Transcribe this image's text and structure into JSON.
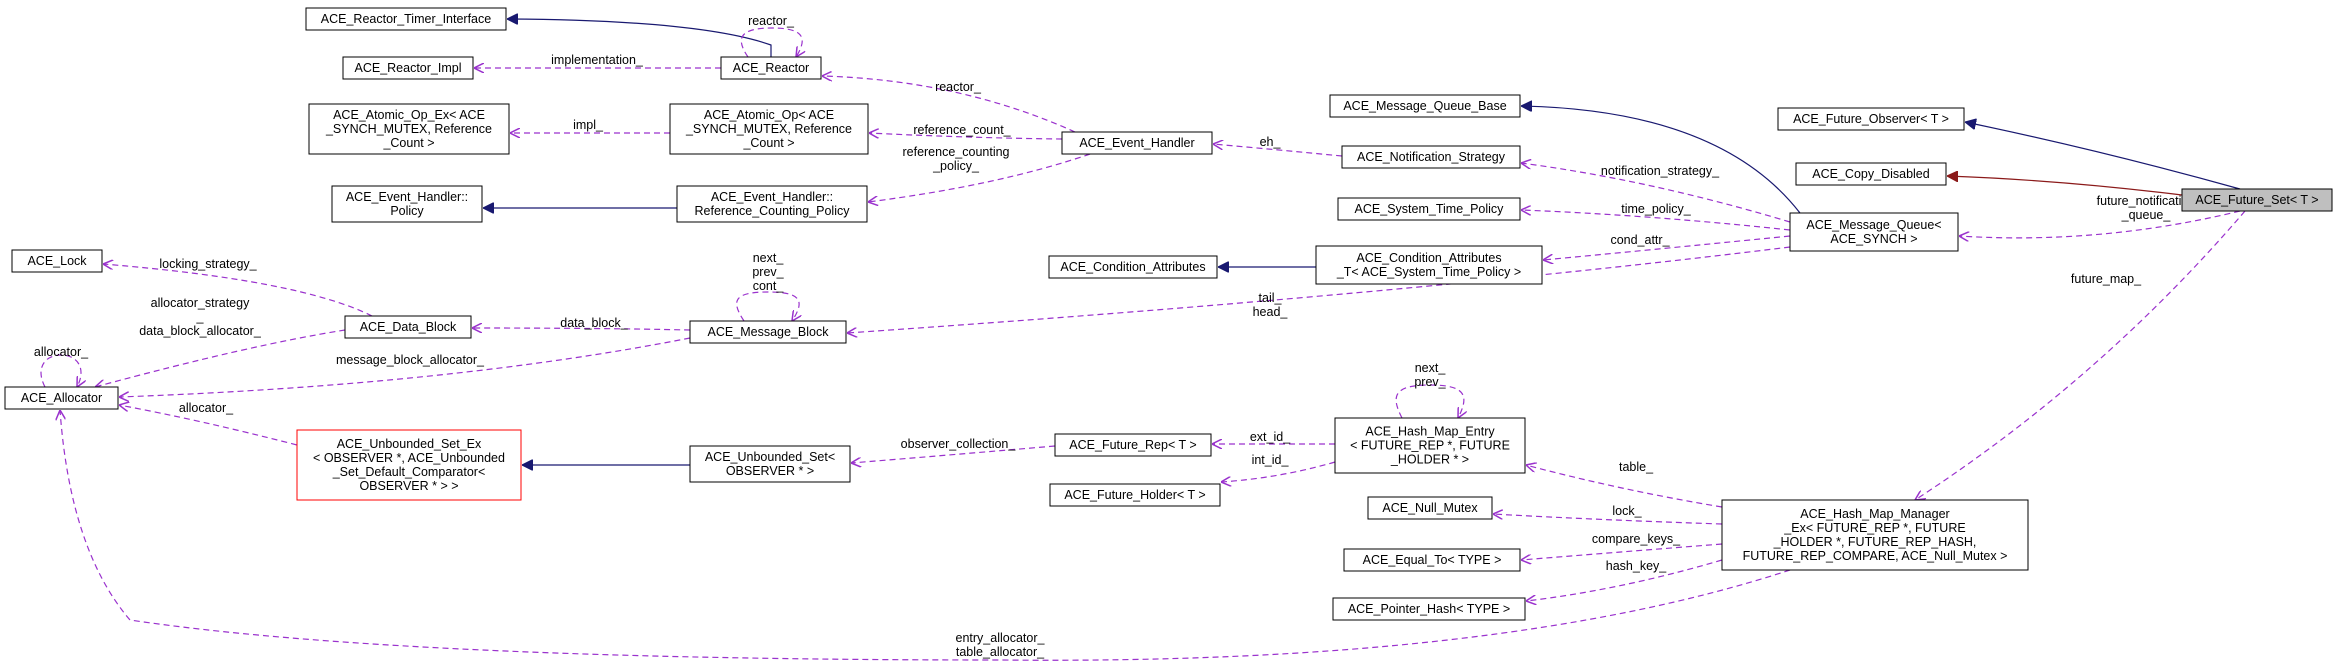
{
  "nodes": {
    "reactor_timer_interface": [
      "ACE_Reactor_Timer_Interface"
    ],
    "reactor_impl": [
      "ACE_Reactor_Impl"
    ],
    "reactor": [
      "ACE_Reactor"
    ],
    "atomic_op_ex": [
      "ACE_Atomic_Op_Ex< ACE",
      "_SYNCH_MUTEX, Reference",
      "_Count >"
    ],
    "atomic_op": [
      "ACE_Atomic_Op< ACE",
      "_SYNCH_MUTEX, Reference",
      "_Count >"
    ],
    "event_handler": [
      "ACE_Event_Handler"
    ],
    "event_handler_policy": [
      "ACE_Event_Handler::",
      "Policy"
    ],
    "ref_counting_policy": [
      "ACE_Event_Handler::",
      "Reference_Counting_Policy"
    ],
    "lock": [
      "ACE_Lock"
    ],
    "data_block": [
      "ACE_Data_Block"
    ],
    "message_block": [
      "ACE_Message_Block"
    ],
    "allocator": [
      "ACE_Allocator"
    ],
    "unbounded_set_ex": [
      "ACE_Unbounded_Set_Ex",
      "< OBSERVER *, ACE_Unbounded",
      "_Set_Default_Comparator<",
      "OBSERVER * > >"
    ],
    "unbounded_set": [
      "ACE_Unbounded_Set<",
      "OBSERVER * >"
    ],
    "future_rep": [
      "ACE_Future_Rep< T >"
    ],
    "future_holder": [
      "ACE_Future_Holder< T >"
    ],
    "hash_map_entry": [
      "ACE_Hash_Map_Entry",
      "< FUTURE_REP *, FUTURE",
      "_HOLDER * >"
    ],
    "message_queue_base": [
      "ACE_Message_Queue_Base"
    ],
    "notification_strategy": [
      "ACE_Notification_Strategy"
    ],
    "system_time_policy": [
      "ACE_System_Time_Policy"
    ],
    "condition_attributes": [
      "ACE_Condition_Attributes"
    ],
    "condition_attributes_t": [
      "ACE_Condition_Attributes",
      "_T< ACE_System_Time_Policy >"
    ],
    "message_queue": [
      "ACE_Message_Queue<",
      "ACE_SYNCH >"
    ],
    "null_mutex": [
      "ACE_Null_Mutex"
    ],
    "equal_to": [
      "ACE_Equal_To< TYPE >"
    ],
    "pointer_hash": [
      "ACE_Pointer_Hash< TYPE >"
    ],
    "hash_map_manager": [
      "ACE_Hash_Map_Manager",
      "_Ex< FUTURE_REP *, FUTURE",
      "_HOLDER *, FUTURE_REP_HASH,",
      "FUTURE_REP_COMPARE, ACE_Null_Mutex >"
    ],
    "future_observer": [
      "ACE_Future_Observer< T >"
    ],
    "copy_disabled": [
      "ACE_Copy_Disabled"
    ],
    "future_set": [
      "ACE_Future_Set< T >"
    ]
  },
  "edge_labels": {
    "reactor_self": [
      "reactor_"
    ],
    "implementation": [
      "implementation_"
    ],
    "reactor_ref": [
      "reactor_"
    ],
    "impl": [
      "impl_"
    ],
    "reference_count": [
      "reference_count_"
    ],
    "reference_counting_policy": [
      "reference_counting",
      "_policy_"
    ],
    "eh": [
      "eh_"
    ],
    "locking_strategy": [
      "locking_strategy_"
    ],
    "allocator_strategy": [
      "allocator_strategy",
      "_",
      "data_block_allocator_"
    ],
    "allocator_self": [
      "allocator_"
    ],
    "data_block": [
      "data_block_"
    ],
    "message_block_self": [
      "next_",
      "prev_",
      "cont_"
    ],
    "message_block_allocator": [
      "message_block_allocator_"
    ],
    "allocator_set": [
      "allocator_"
    ],
    "tail_head": [
      "tail_",
      "head_"
    ],
    "notification_strategy": [
      "notification_strategy_"
    ],
    "time_policy": [
      "time_policy_"
    ],
    "cond_attr": [
      "cond_attr_"
    ],
    "observer_collection": [
      "observer_collection_"
    ],
    "ext_id": [
      "ext_id_"
    ],
    "int_id": [
      "int_id_"
    ],
    "hash_entry_self": [
      "next_",
      "prev_"
    ],
    "table": [
      "table_"
    ],
    "lock": [
      "lock_"
    ],
    "compare_keys": [
      "compare_keys_"
    ],
    "hash_key": [
      "hash_key_"
    ],
    "entry_table_allocator": [
      "entry_allocator_",
      "table_allocator_"
    ],
    "future_notification_queue": [
      "future_notification",
      "_queue_"
    ],
    "future_map": [
      "future_map_"
    ]
  },
  "colors": {
    "dashed_edge": "#9a32cd",
    "inheritance_edge": "#191970",
    "private_inheritance_edge": "#8b1a1a",
    "highlight_node_fill": "#bfbfbf",
    "truncated_node_border": "#ff0000"
  }
}
